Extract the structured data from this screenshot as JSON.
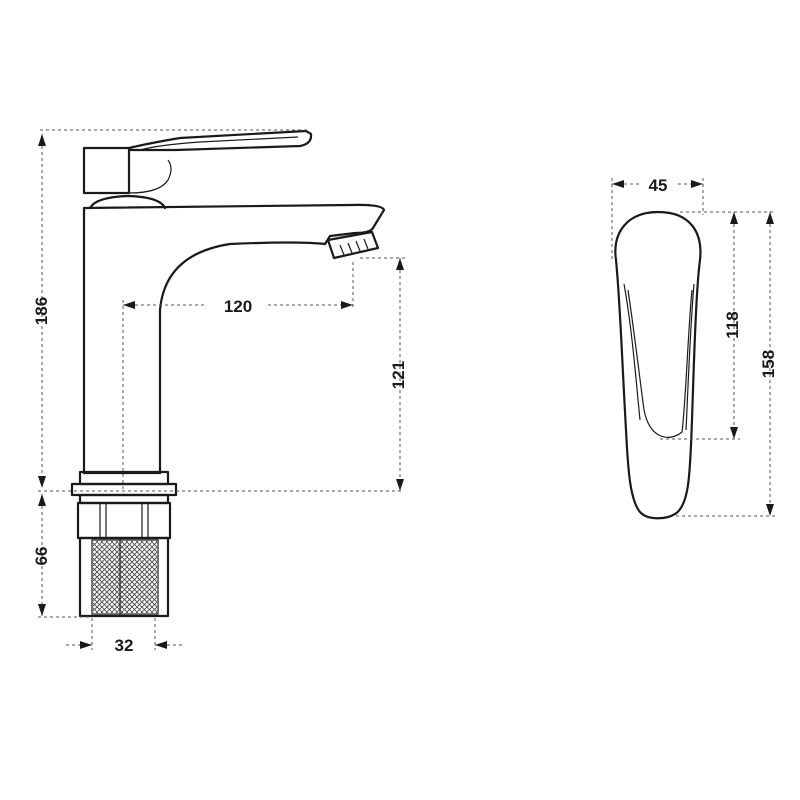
{
  "drawing": {
    "front_view": {
      "dimensions": {
        "total_height": "186",
        "spout_reach": "120",
        "spout_height": "121",
        "shank_length": "66",
        "shank_diameter": "32"
      }
    },
    "side_view": {
      "dimensions": {
        "handle_width": "45",
        "handle_inner_length": "118",
        "handle_total_length": "158"
      }
    }
  }
}
